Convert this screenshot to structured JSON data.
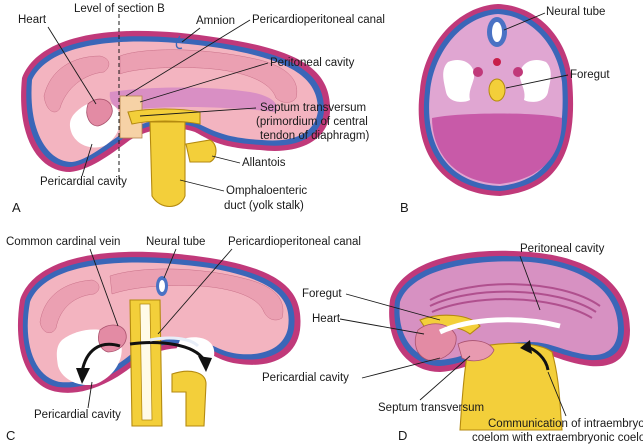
{
  "panels": {
    "A": {
      "letter": "A",
      "labels": {
        "heart": "Heart",
        "level": "Level of section B",
        "amnion": "Amnion",
        "ppc": "Pericardioperitoneal canal",
        "peritoneal": "Peritoneal cavity",
        "septum1": "Septum transversum",
        "septum2": "(primordium of central",
        "septum3": "tendon of diaphragm)",
        "allantois": "Allantois",
        "pericardial": "Pericardial cavity",
        "omph1": "Omphaloenteric",
        "omph2": "duct (yolk stalk)"
      }
    },
    "B": {
      "letter": "B",
      "labels": {
        "neural": "Neural tube",
        "foregut": "Foregut"
      }
    },
    "C": {
      "letter": "C",
      "labels": {
        "ccv": "Common cardinal vein",
        "neural": "Neural tube",
        "ppc": "Pericardioperitoneal canal",
        "pericardial": "Pericardial cavity"
      }
    },
    "D": {
      "letter": "D",
      "labels": {
        "peritoneal": "Peritoneal cavity",
        "foregut": "Foregut",
        "heart": "Heart",
        "pericardial": "Pericardial cavity",
        "septum": "Septum transversum",
        "comm1": "Communication of intraembryonic",
        "comm2": "coelom with extraembryonic coelom"
      }
    }
  },
  "colors": {
    "outer_pink": "#c0397a",
    "outer_blue": "#3a66b8",
    "body_pink": "#f3b4c0",
    "cavity_mauve": "#d98fc4",
    "yolk_yellow": "#f3cf3a"
  }
}
